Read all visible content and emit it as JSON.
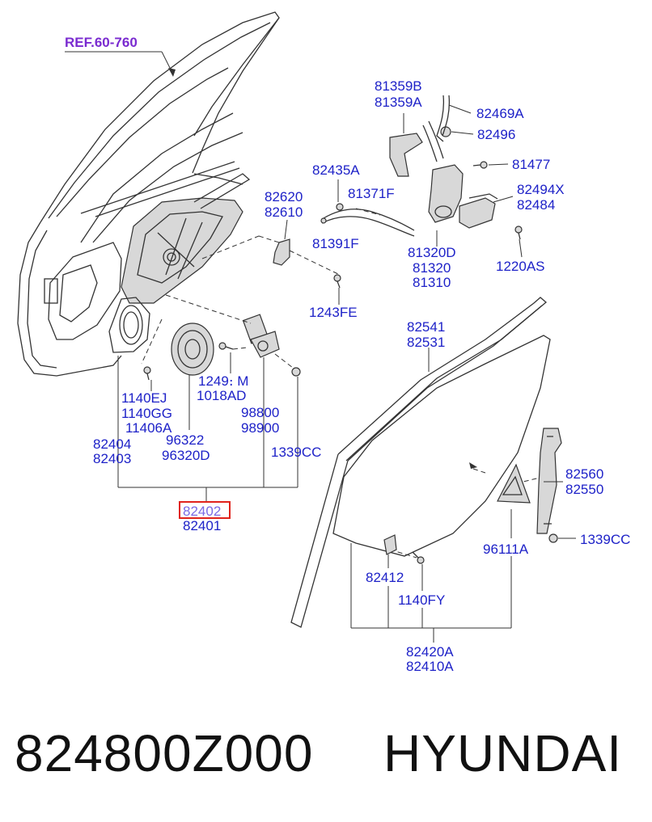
{
  "diagram": {
    "reference": "REF.60-760",
    "labels": {
      "p81359B": "81359B",
      "p81359A": "81359A",
      "p82469A": "82469A",
      "p82496": "82496",
      "p81477": "81477",
      "p82435A": "82435A",
      "p82494X": "82494X",
      "p82484": "82484",
      "p82620": "82620",
      "p81371F": "81371F",
      "p82610": "82610",
      "p81391F": "81391F",
      "p81320D": "81320D",
      "p81320": "81320",
      "p81310": "81310",
      "p1220AS": "1220AS",
      "p1243FE": "1243FE",
      "p82541": "82541",
      "p82531": "82531",
      "p1249M": "1249։ M",
      "p1018AD": "1018AD",
      "p1140EJ": "1140EJ",
      "p1140GG": "1140GG",
      "p11406A": "11406A",
      "p98800": "98800",
      "p98900": "98900",
      "p82404": "82404",
      "p82403": "82403",
      "p96322": "96322",
      "p96320D": "96320D",
      "p1339CC_a": "1339CC",
      "p82560": "82560",
      "p82550": "82550",
      "p82402": "82402",
      "p82401": "82401",
      "p96111A": "96111A",
      "p1339CC_b": "1339CC",
      "p82412": "82412",
      "p1140FY": "1140FY",
      "p82420A": "82420A",
      "p82410A": "82410A"
    },
    "highlighted_part": "82402",
    "colors": {
      "part_number": "#1e22c8",
      "reference": "#7a2bd0",
      "highlight_box": "#e0231c",
      "line": "#333333"
    }
  },
  "footer": {
    "part_number": "824800Z000",
    "brand": "HYUNDAI"
  }
}
